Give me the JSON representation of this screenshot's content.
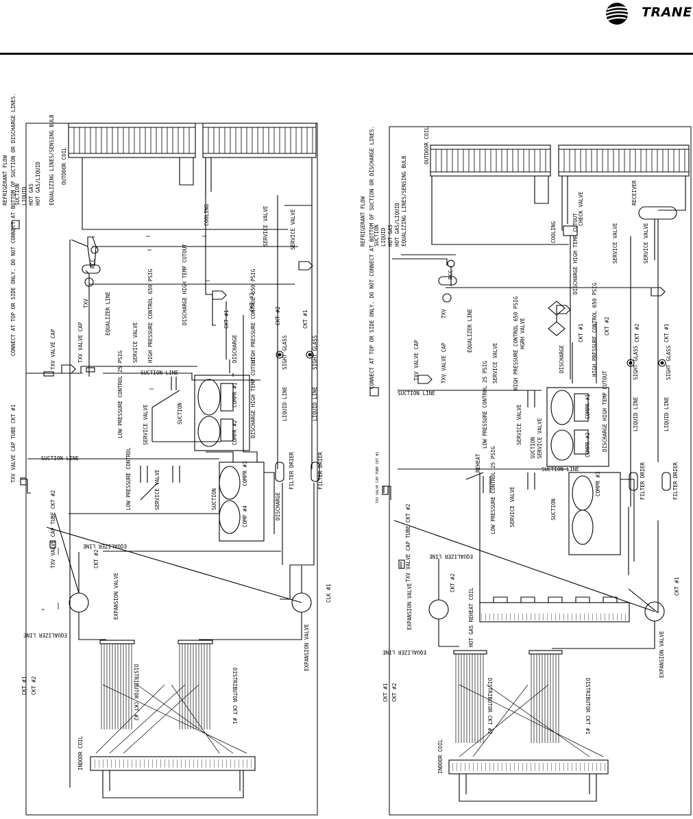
{
  "header": {
    "brand": "TRANE"
  },
  "legend": {
    "items": [
      "REFRIGERANT FLOW",
      "SUCTION",
      "LIQUID",
      "HOT GAS",
      "HOT GAS/LIQUID",
      "EQUALIZING LINES/SENSING BULB"
    ]
  },
  "note": "CONNECT AT TOP OR SIDE ONLY. DO NOT CONNECT AT BOTTOM OF SUCTION OR DISCHARGE LINES.",
  "note_marker": "1",
  "left": {
    "outdoor_coil": "OUTDOOR COIL",
    "indoor_coil": "INDOOR COIL",
    "cooling": "COOLING",
    "service_valve": "SERVICE VALVE",
    "rcc": "RCC",
    "txv_valve_cap": "TXV VALVE CAP",
    "txv": "TXV",
    "equalizer_line": "EQUALIZER LINE",
    "hp_control": "HIGH PRESSURE CONTROL 650 PSIG",
    "discharge_cutout": "DISCHARGE HIGH TEMP CUTOUT",
    "discharge": "DISCHARGE",
    "suction": "SUCTION",
    "suction_line": "SUCTION LINE",
    "lp_control_25": "LOW PRESSURE CONTROL 25 PSIG",
    "lp_control": "LOW PRESSURE CONTROL",
    "compr1": "COMPR #1",
    "compr2": "COMPR #2",
    "compr3": "COMPR #3",
    "comp4": "COMP #4",
    "liquid_line": "LIQUID LINE",
    "sight_glass": "SIGHT GLASS",
    "filter_drier": "FILTER DRIER",
    "ckt1": "CKT #1",
    "ckt2": "CKT #2",
    "clk1": "CLK #1",
    "txv_cap_tube1": "TXV VALVE CAP TUBE CKT #1",
    "txv_cap_tube2": "TXV VALVE CAP TUBE CKT #2",
    "expansion_valve": "EXPANSION VALVE",
    "distributor1": "DISTRIBUTOR CKT #1",
    "distributor2": "DISTRIBUTOR CKT #2"
  },
  "right": {
    "outdoor_coil": "OUTDOOR COIL",
    "indoor_coil": "INDOOR COIL",
    "check_valve": "CHECK VALVE",
    "receiver": "RECEIVER",
    "cooling": "COOLING",
    "hgrh_valve": "HGRH VALVE",
    "reheat": "REHEAT",
    "hot_gas_reheat_coil": "HOT GAS REHEAT COIL",
    "txv_cap_tube1": "TXV VALVE CAP TUBE CKT #1"
  }
}
